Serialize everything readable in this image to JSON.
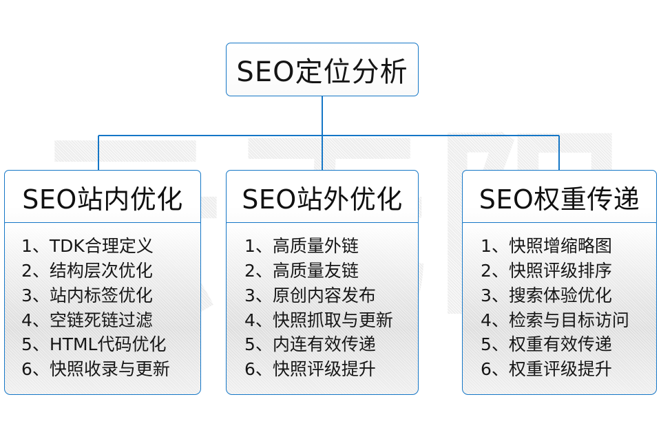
{
  "diagram": {
    "title": "SEO定位分析",
    "watermark": "云无限",
    "accent_color": "#1476c6",
    "root": {
      "label": "SEO定位分析"
    },
    "columns": [
      {
        "header": "SEO站内优化",
        "items": [
          "1、TDK合理定义",
          "2、结构层次优化",
          "3、站内标签优化",
          "4、空链死链过滤",
          "5、HTML代码优化",
          "6、快照收录与更新"
        ]
      },
      {
        "header": "SEO站外优化",
        "items": [
          "1、高质量外链",
          "2、高质量友链",
          "3、原创内容发布",
          "4、快照抓取与更新",
          "5、内连有效传递",
          "6、快照评级提升"
        ]
      },
      {
        "header": "SEO权重传递",
        "items": [
          "1、快照增缩略图",
          "2、快照评级排序",
          "3、搜索体验优化",
          "4、检索与目标访问",
          "5、权重有效传递",
          "6、权重评级提升"
        ]
      }
    ]
  }
}
